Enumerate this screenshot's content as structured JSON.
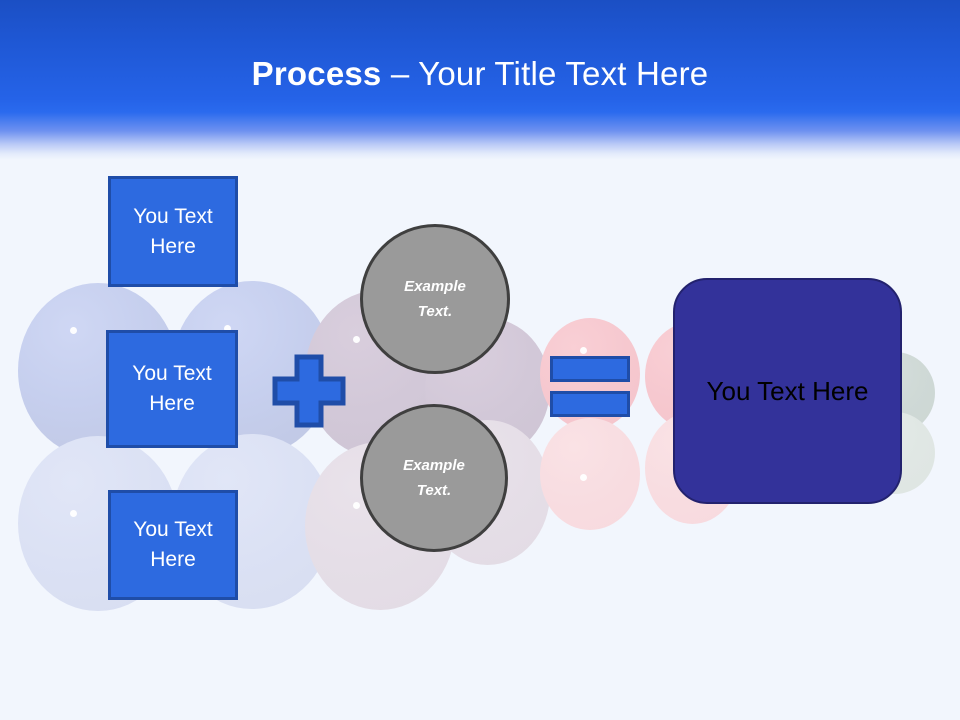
{
  "slide": {
    "background_color": "#f2f6fd",
    "header": {
      "band_color_top": "#1b4fc4",
      "band_color_bottom": "#f2f6fd",
      "title_bold": "Process",
      "title_regular": " – Your Title Text Here"
    }
  },
  "inputs": {
    "accent_color": "#2d6ae0",
    "border_color": "#1f4da8",
    "boxes": [
      {
        "label": "You Text Here"
      },
      {
        "label": "You Text Here"
      },
      {
        "label": "You Text Here"
      }
    ]
  },
  "operators": {
    "plus": {
      "icon": "plus-icon",
      "fill": "#2d6ae0",
      "stroke": "#1f4da8"
    },
    "equals": {
      "icon": "equals-icon",
      "fill": "#2d6ae0",
      "stroke": "#1f4da8"
    }
  },
  "process": {
    "circle_fill": "#9a9a9a",
    "circle_border": "#3f3f3f",
    "circles": [
      {
        "line1": "Example",
        "line2": "Text."
      },
      {
        "line1": "Example",
        "line2": "Text."
      }
    ]
  },
  "result": {
    "fill": "#33329a",
    "border": "#23226e",
    "label": "You Text Here"
  },
  "decor": {
    "bubbles": [
      {
        "name": "bubble-blue-1"
      },
      {
        "name": "bubble-blue-2"
      },
      {
        "name": "bubble-lavender-1"
      },
      {
        "name": "bubble-lavender-2"
      },
      {
        "name": "bubble-pink-1"
      },
      {
        "name": "bubble-pink-2"
      },
      {
        "name": "bubble-green-1"
      }
    ]
  }
}
